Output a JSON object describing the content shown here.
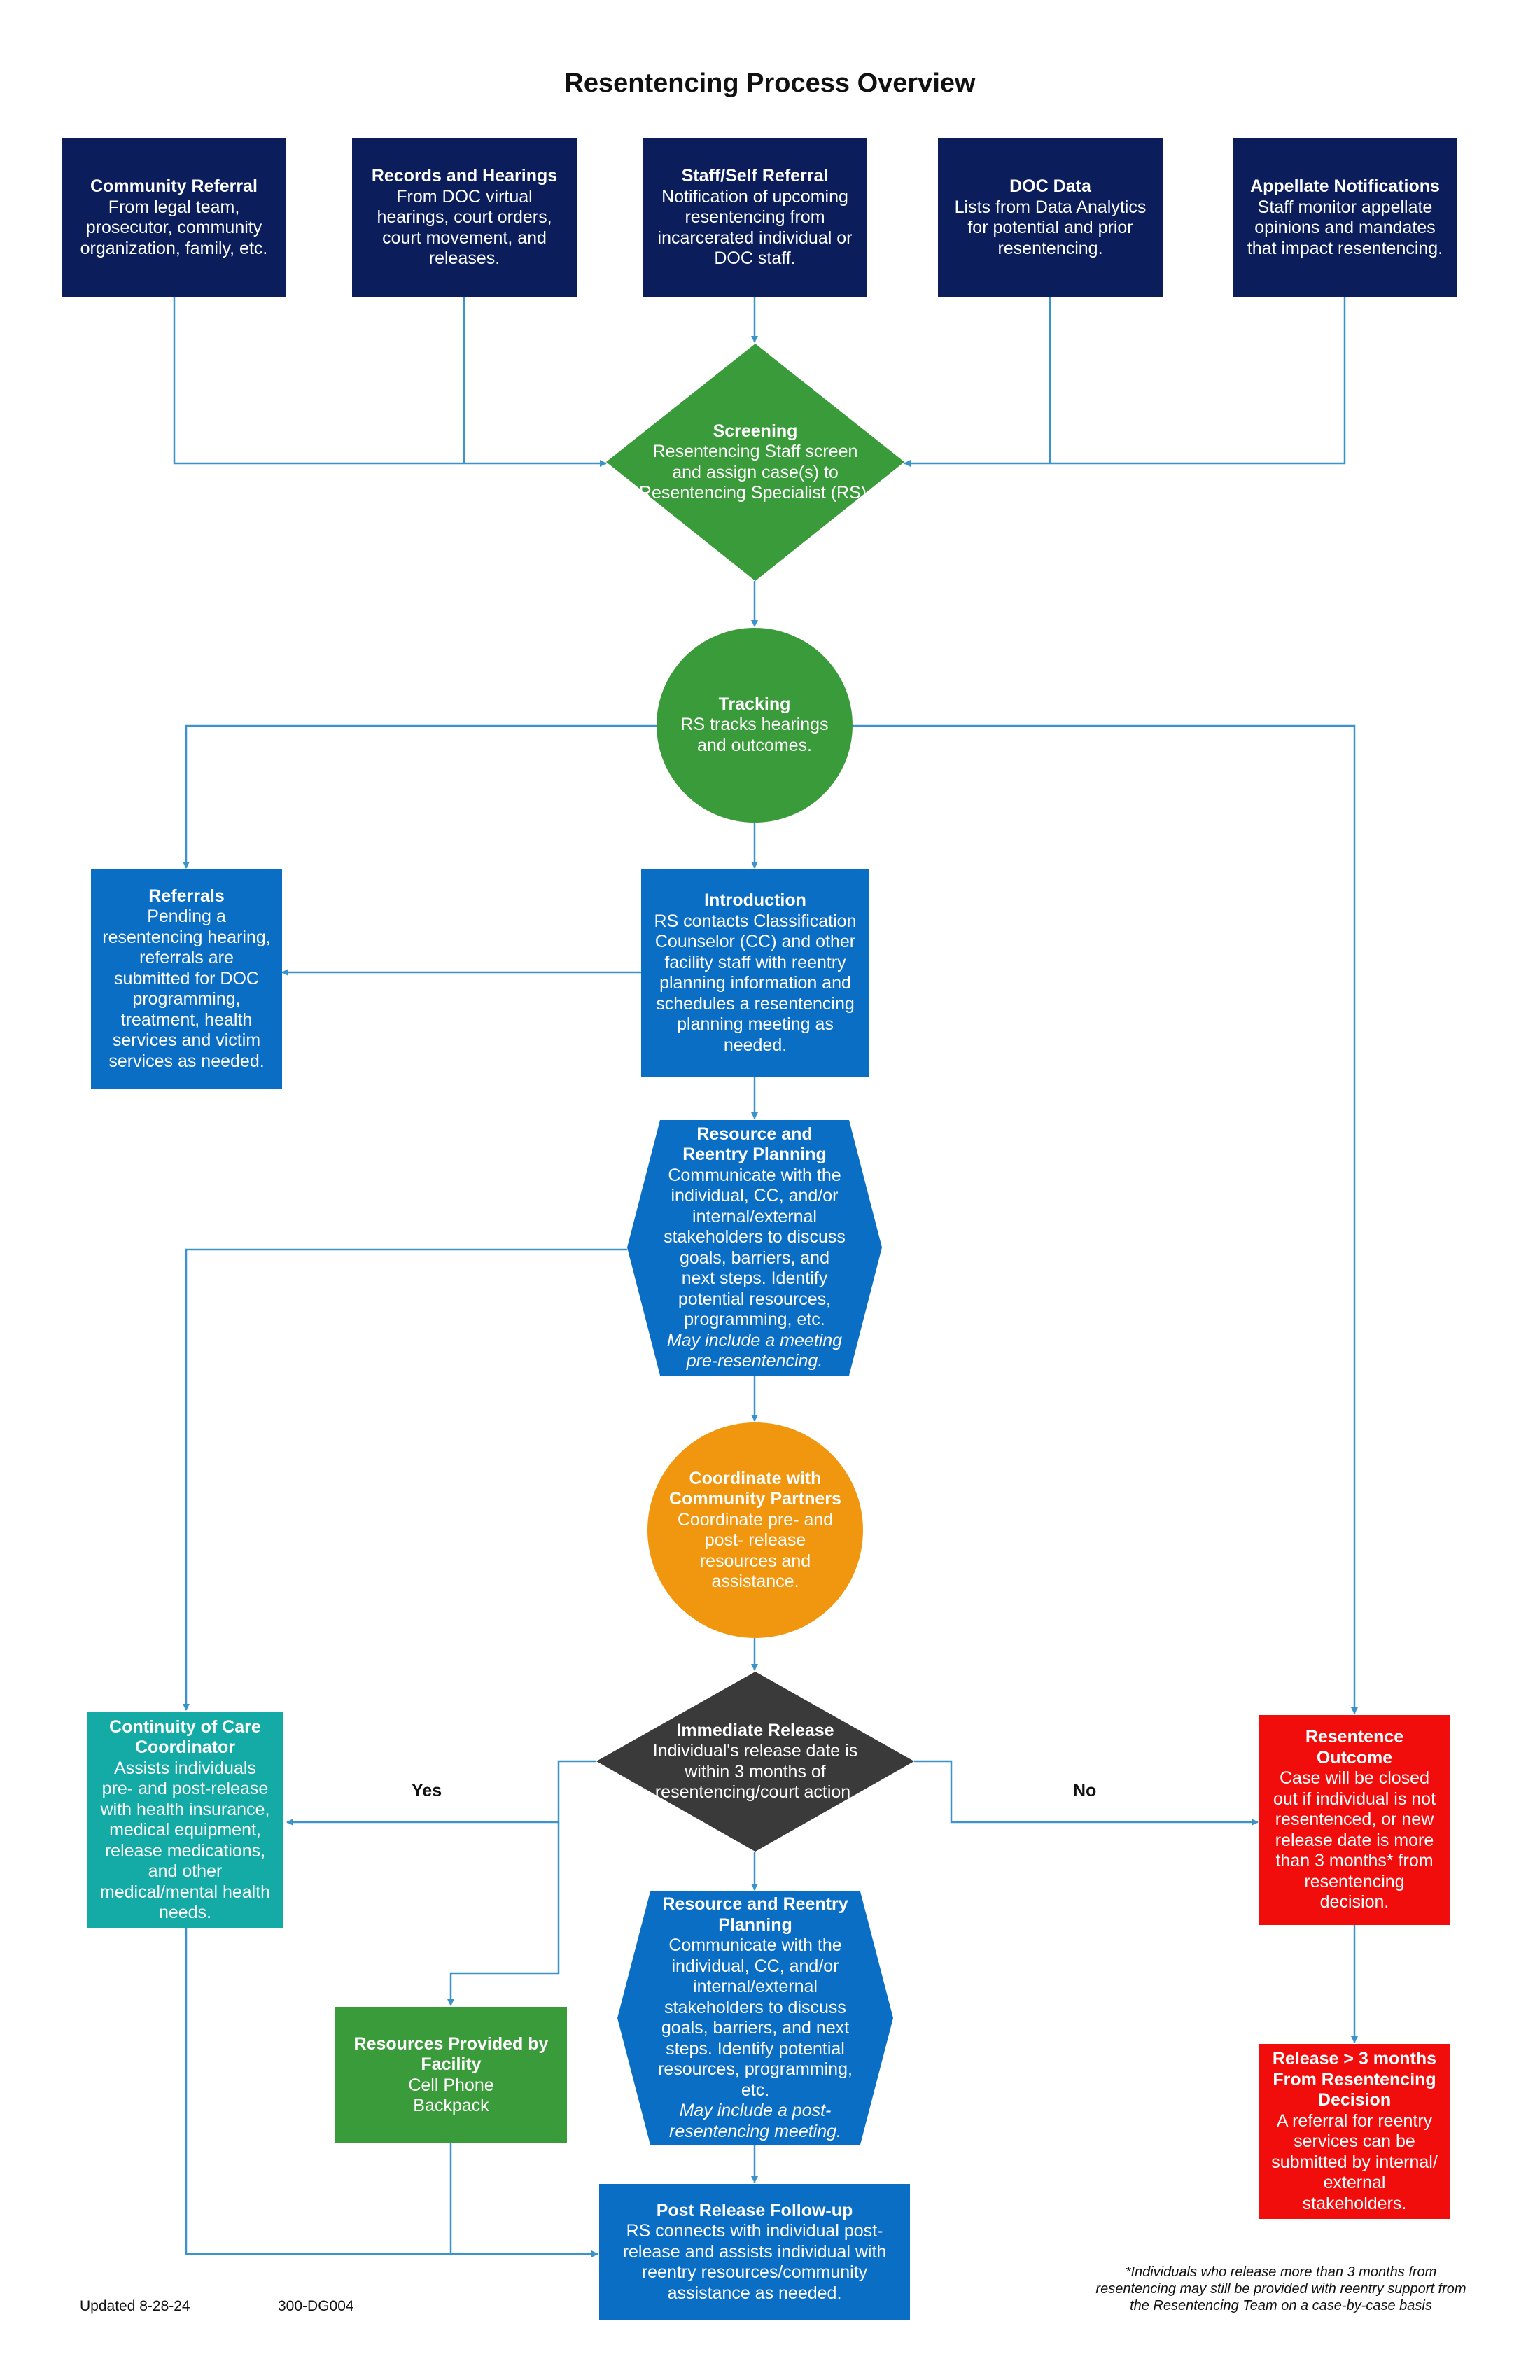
{
  "title": "Resentencing Process Overview",
  "colors": {
    "navy": "#0b1e5b",
    "blue": "#0a6ec5",
    "green": "#3a9b3a",
    "orange": "#f0960f",
    "dark": "#3a3a3a",
    "teal": "#14aaa6",
    "red": "#f20d0d",
    "connector": "#3a93c9"
  },
  "sources": {
    "community": {
      "title": "Community Referral",
      "text": "From legal team, prosecutor, community organization, family, etc."
    },
    "records": {
      "title": "Records and Hearings",
      "text": "From DOC virtual hearings, court orders, court movement, and releases."
    },
    "staff": {
      "title": "Staff/Self Referral",
      "text": "Notification of upcoming resentencing from incarcerated individual or DOC staff."
    },
    "doc": {
      "title": "DOC Data",
      "text": "Lists from Data Analytics for potential and prior resentencing."
    },
    "appellate": {
      "title": "Appellate Notifications",
      "text": "Staff monitor appellate opinions and mandates that impact resentencing."
    }
  },
  "screening": {
    "title": "Screening",
    "text": "Resentencing Staff screen and assign case(s) to Resentencing Specialist (RS)."
  },
  "tracking": {
    "title": "Tracking",
    "text": "RS tracks hearings and outcomes."
  },
  "referrals": {
    "title": "Referrals",
    "text": "Pending a resentencing hearing, referrals are submitted for DOC programming, treatment, health services and victim services as needed."
  },
  "introduction": {
    "title": "Introduction",
    "text": "RS contacts Classification Counselor (CC) and other facility staff with reentry planning information and schedules a resentencing planning meeting as needed."
  },
  "planning1": {
    "title": "Resource and Reentry Planning",
    "text": "Communicate with the individual, CC, and/or internal/external stakeholders to discuss goals, barriers, and next steps. Identify potential resources, programming, etc.",
    "italic": "May include a meeting pre-resentencing."
  },
  "coordinate": {
    "title": "Coordinate with Community Partners",
    "text": "Coordinate pre- and post- release resources and assistance."
  },
  "immediate": {
    "title": "Immediate Release",
    "text": "Individual's release date is within 3 months of resentencing/court action."
  },
  "continuity": {
    "title": "Continuity of Care Coordinator",
    "text": "Assists individuals pre- and post-release with health insurance, medical equipment, release medications, and other medical/mental health needs."
  },
  "outcome": {
    "title": "Resentence Outcome",
    "text": "Case will be closed out if individual is not resentenced, or new release date is more than 3 months* from resentencing decision."
  },
  "planning2": {
    "title": "Resource and Reentry Planning",
    "text": "Communicate with the individual, CC, and/or internal/external stakeholders to discuss goals, barriers, and next steps. Identify potential resources, programming, etc.",
    "italic": "May include a post-resentencing meeting."
  },
  "resources": {
    "title": "Resources Provided by Facility",
    "line1": "Cell Phone",
    "line2": "Backpack"
  },
  "release3": {
    "title": "Release > 3 months From Resentencing Decision",
    "text": "A referral for reentry services can be submitted by internal/ external stakeholders."
  },
  "followup": {
    "title": "Post Release Follow-up",
    "text": "RS connects with individual post-release and assists individual with reentry resources/community assistance as needed."
  },
  "labels": {
    "yes": "Yes",
    "no": "No"
  },
  "footer": {
    "updated": "Updated 8-28-24",
    "code": "300-DG004",
    "note": "*Individuals who release more than 3 months from resentencing may still be provided with reentry support from the Resentencing Team on a case-by-case basis"
  }
}
